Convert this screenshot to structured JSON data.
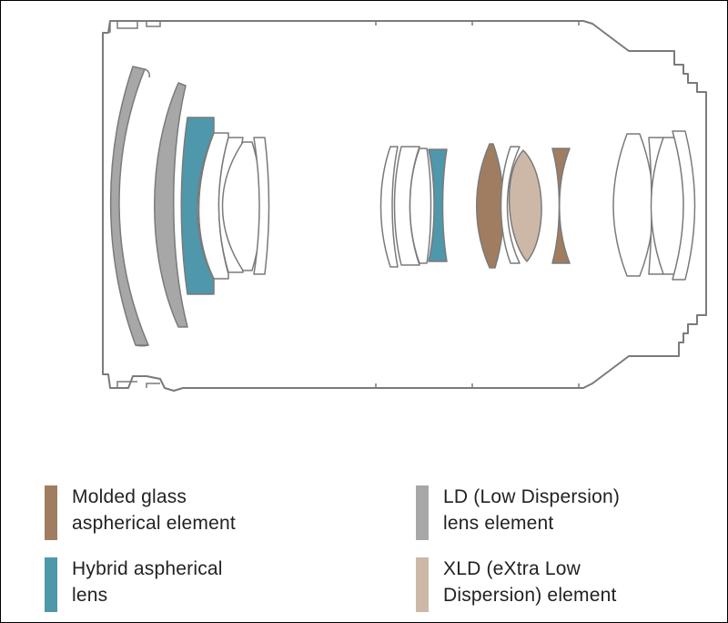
{
  "colors": {
    "outline": "#7a7a7a",
    "molded": "#a07d61",
    "hybrid": "#4f97aa",
    "ld": "#a7a7a7",
    "xld": "#cdb8a7"
  },
  "legend": {
    "molded": {
      "lines": [
        "Molded glass",
        "aspherical element"
      ],
      "color": "#a07d61"
    },
    "hybrid": {
      "lines": [
        "Hybrid aspherical",
        "lens"
      ],
      "color": "#4f97aa"
    },
    "ld": {
      "lines": [
        "LD (Low Dispersion)",
        "lens element"
      ],
      "color": "#a7a7a7"
    },
    "xld": {
      "lines": [
        "XLD (eXtra Low",
        "Dispersion) element"
      ],
      "color": "#cdb8a7"
    }
  }
}
